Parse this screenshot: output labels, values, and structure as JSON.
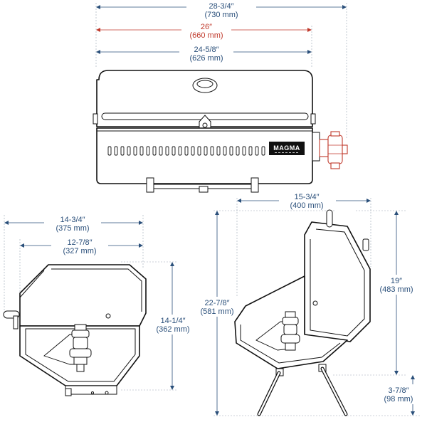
{
  "brand": {
    "logo_text": "MAGMA",
    "accent_blue": "#2a4f7a",
    "accent_red": "#c0392b",
    "line_color": "#111111"
  },
  "front_view": {
    "overall_width": {
      "imperial": "28-3/4″",
      "metric": "(730 mm)"
    },
    "grill_width": {
      "imperial": "26″",
      "metric": "(660 mm)",
      "color": "#c0392b"
    },
    "body_width": {
      "imperial": "24-5/8″",
      "metric": "(626 mm)"
    }
  },
  "side_view_closed": {
    "overall_depth": {
      "imperial": "14-3/4″",
      "metric": "(375 mm)"
    },
    "body_depth": {
      "imperial": "12-7/8″",
      "metric": "(327 mm)"
    },
    "height": {
      "imperial": "14-1/4″",
      "metric": "(362 mm)"
    }
  },
  "side_view_open": {
    "open_depth": {
      "imperial": "15-3/4″",
      "metric": "(400 mm)"
    },
    "overall_height": {
      "imperial": "22-7/8″",
      "metric": "(581 mm)"
    },
    "lid_height": {
      "imperial": "19″",
      "metric": "(483 mm)"
    },
    "leg_height": {
      "imperial": "3-7/8″",
      "metric": "(98 mm)"
    }
  }
}
